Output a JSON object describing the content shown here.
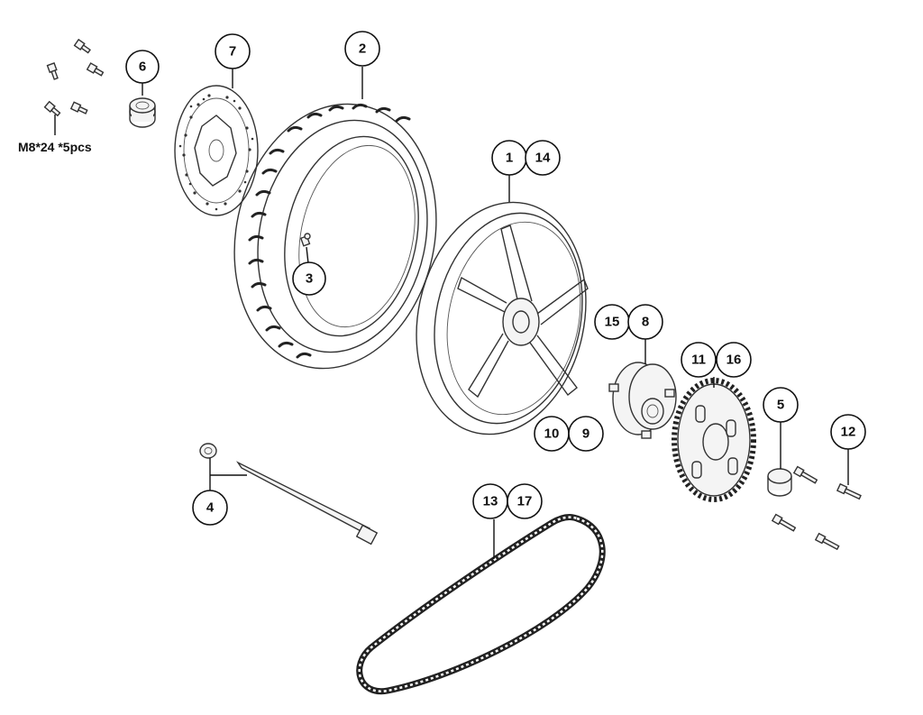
{
  "callouts": {
    "c1": "1",
    "c2": "2",
    "c3": "3",
    "c4": "4",
    "c5": "5",
    "c6": "6",
    "c7": "7",
    "c8": "8",
    "c9": "9",
    "c10": "10",
    "c11": "11",
    "c12": "12",
    "c13": "13",
    "c14": "14",
    "c15": "15",
    "c16": "16",
    "c17": "17"
  },
  "bolt_spec": "M8*24 *5pcs"
}
